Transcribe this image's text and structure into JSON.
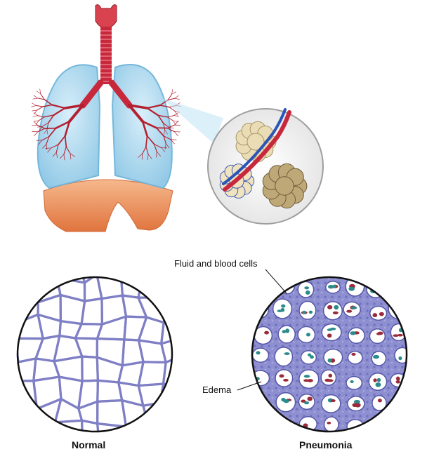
{
  "labels": {
    "fluid": "Fluid and blood cells",
    "edema": "Edema",
    "normal": "Normal",
    "pneumonia": "Pneumonia"
  },
  "colors": {
    "lung": "#a9d6ee",
    "lung_edge": "#6fb4d9",
    "trachea": "#c8283c",
    "diaphragm": "#f0a070",
    "tissue": "#7f7fc6",
    "tissue_dark": "#5557a8",
    "cell_teal": "#2b8a8a",
    "cell_red": "#9b2a3a"
  },
  "icons": [
    "lungs-illustration",
    "alveoli-magnified-circle",
    "normal-lung-tissue-circle",
    "pneumonia-lung-tissue-circle"
  ]
}
